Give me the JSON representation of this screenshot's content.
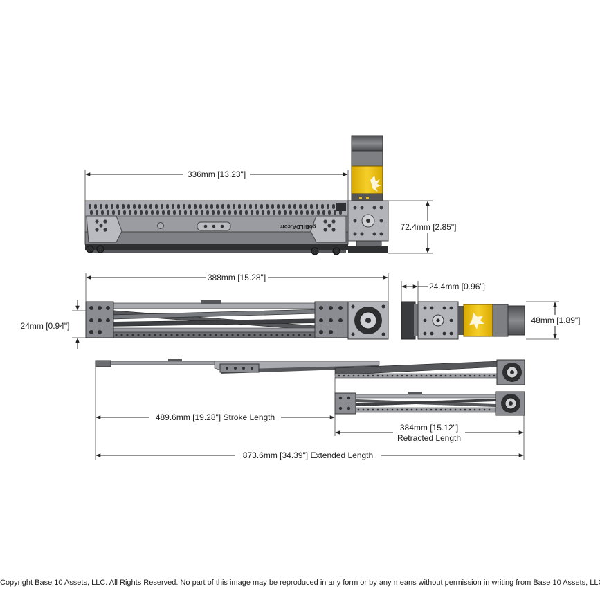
{
  "dimensions": {
    "top_length": "336mm [13.23\"]",
    "top_height": "72.4mm [2.85\"]",
    "mid_length": "388mm [15.28\"]",
    "mid_height": "24mm [0.94\"]",
    "end_width": "24.4mm [0.96\"]",
    "end_height": "48mm [1.89\"]",
    "stroke_length": "489.6mm [19.28\"] Stroke Length",
    "retracted_value": "384mm [15.12\"]",
    "retracted_caption": "Retracted Length",
    "extended_length": "873.6mm [34.39\"] Extended Length"
  },
  "branding": {
    "rail_logo": "goBILDA.com"
  },
  "colors": {
    "frame": "#8f9196",
    "frame_dark": "#3a3b3e",
    "motor_yellow": "#f2c418",
    "motor_gray": "#6d6f72"
  },
  "icons": [
    "servo-motor",
    "gear-hub",
    "linear-slide"
  ],
  "footer": {
    "copyright": "Copyright Base 10 Assets, LLC.  All Rights Reserved. No part of this image may be reproduced in any form or by any means without permission in writing from Base 10 Assets, LLC."
  }
}
